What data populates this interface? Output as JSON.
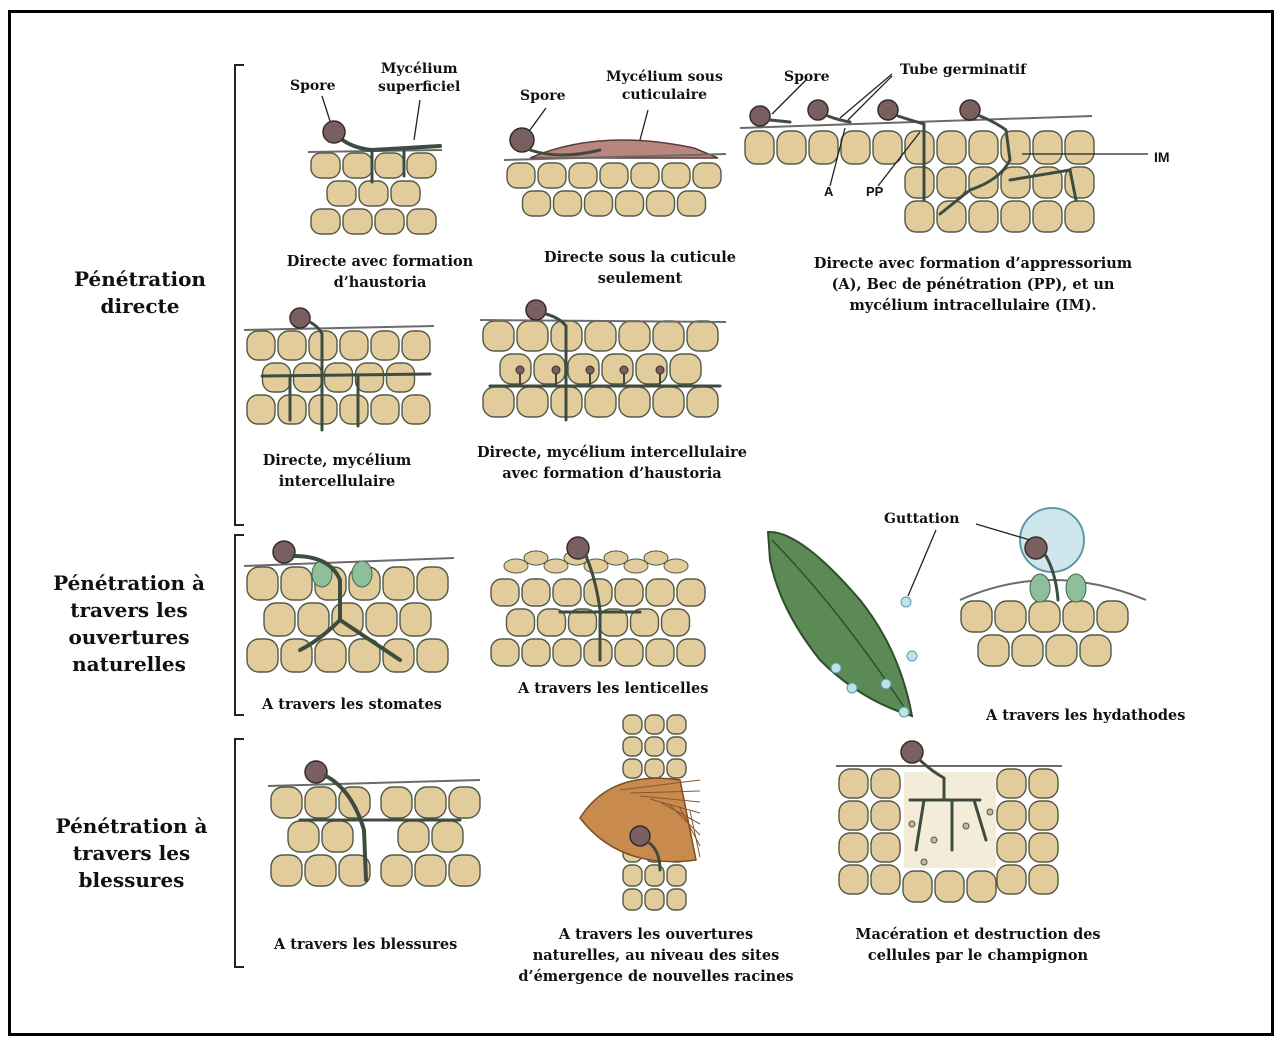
{
  "categories": {
    "direct": [
      "Pénétration",
      "directe"
    ],
    "openings": [
      "Pénétration à",
      "travers les",
      "ouvertures",
      "naturelles"
    ],
    "wounds": [
      "Pénétration à",
      "travers les",
      "blessures"
    ]
  },
  "labels": {
    "spore": "Spore",
    "mycelium_superficiel": [
      "Mycélium",
      "superficiel"
    ],
    "mycelium_sous_cuticulaire": [
      "Mycélium sous",
      "cuticulaire"
    ],
    "tube_germinatif": "Tube germinatif",
    "im": "IM",
    "a": "A",
    "pp": "PP",
    "guttation": "Guttation"
  },
  "captions": {
    "direct_haustoria": [
      "Directe avec formation",
      "d’haustoria"
    ],
    "direct_cuticle": [
      "Directe sous la cuticule",
      "seulement"
    ],
    "direct_appressorium": [
      "Directe avec formation d’appressorium",
      "(A), Bec de pénétration (PP), et un",
      "mycélium intracellulaire (IM)."
    ],
    "direct_intercellular": [
      "Directe, mycélium",
      "intercellulaire"
    ],
    "direct_intercellular_haustoria": [
      "Directe, mycélium intercellulaire",
      "avec formation d’haustoria"
    ],
    "stomata": "A travers les stomates",
    "lenticels": "A travers les lenticelles",
    "hydathodes": "A travers les hydathodes",
    "wounds": "A travers les blessures",
    "roots": [
      "A travers les ouvertures",
      "naturelles, au niveau des sites",
      "d’émergence de nouvelles racines"
    ],
    "maceration": [
      "Macération et destruction des",
      "cellules par le champignon"
    ]
  },
  "colors": {
    "cell_fill": "#e2cc9c",
    "cell_stroke": "#4f5a49",
    "hypha": "#3e4c40",
    "spore": "#7a5f60",
    "guard_cell": "#8fbf9a",
    "leaf": "#5b8a55",
    "root_cap": "#c98a4e"
  }
}
